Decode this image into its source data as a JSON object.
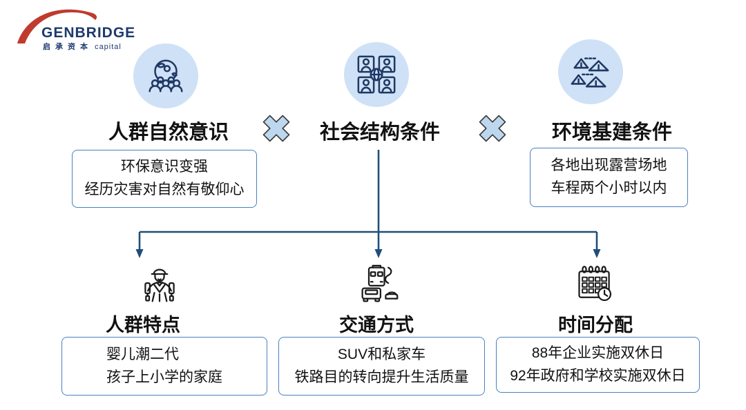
{
  "logo": {
    "title": "GENBRIDGE",
    "subtitle_cn": "启承资本",
    "subtitle_en": "capital"
  },
  "operator": {
    "symbol": "×"
  },
  "top": {
    "factors": [
      {
        "title": "人群自然意识",
        "icon": "globe-crowd-icon",
        "notes": [
          "环保意识变强",
          "经历灾害对自然有敬仰心"
        ]
      },
      {
        "title": "社会结构条件",
        "icon": "social-structure-icon",
        "notes": []
      },
      {
        "title": "环境基建条件",
        "icon": "camp-tents-icon",
        "notes": [
          "各地出现露营场地",
          "车程两个小时以内"
        ]
      }
    ]
  },
  "bottom": {
    "items": [
      {
        "title": "人群特点",
        "icon": "hiker-icon",
        "notes": [
          "婴儿潮二代",
          "孩子上小学的家庭"
        ]
      },
      {
        "title": "交通方式",
        "icon": "traffic-icon",
        "notes": [
          "SUV和私家车",
          "铁路目的转向提升生活质量"
        ]
      },
      {
        "title": "时间分配",
        "icon": "calendar-clock-icon",
        "notes": [
          "88年企业实施双休日",
          "92年政府和学校实施双休日"
        ]
      }
    ]
  },
  "colors": {
    "icon_navy": "#1f3864",
    "line_navy": "#1f4e79",
    "icon_circle_bg": "#cfe1f6",
    "cross_fill": "#bdd7ee",
    "box_border": "#4a7fc1",
    "logo_red": "#bf3a2f",
    "logo_navy": "#1e3a6e",
    "bottom_icon_black": "#1a1a1a"
  }
}
